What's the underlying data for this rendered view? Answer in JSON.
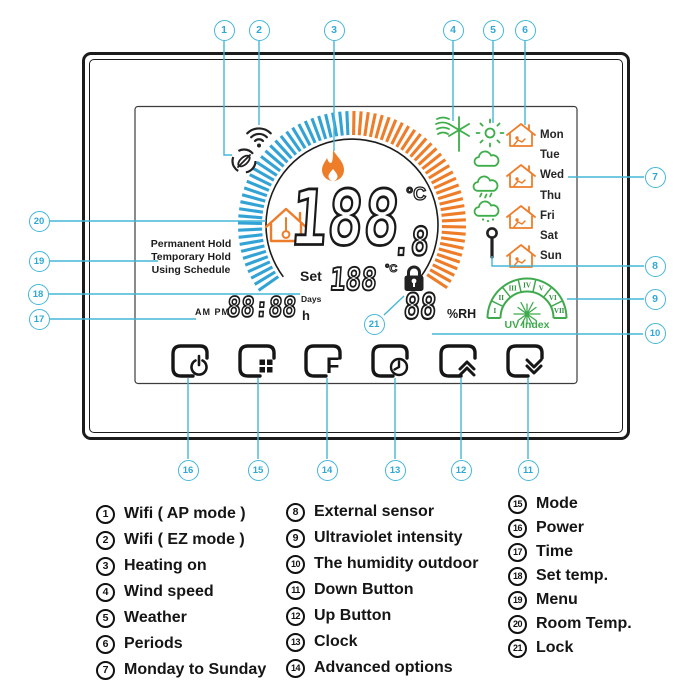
{
  "colors": {
    "callout": "#45b6d9",
    "tick_blue": "#33a3d6",
    "tick_orange": "#ee7d2a",
    "icon_orange": "#ee7d2a",
    "icon_green": "#3dae49",
    "uv_green": "#3faa4d",
    "ink": "#1c1c1c"
  },
  "display": {
    "hold_modes": [
      "Permanent Hold",
      "Temporary Hold",
      "Using Schedule"
    ],
    "days": [
      "Mon",
      "Tue",
      "Wed",
      "Thu",
      "Fri",
      "Sat",
      "Sun"
    ],
    "room_temp_value": "188",
    "room_temp_decimal": ".8",
    "room_temp_unit": "°C",
    "set_label": "Set",
    "set_value": "188",
    "set_unit": "°C",
    "ampm_label": "AM PM",
    "time_value": "88:88",
    "days_label": "Days",
    "hours_label": "h",
    "humidity_value": "88",
    "humidity_unit": "%RH",
    "uv_label": "UV Index",
    "uv_scale": [
      "I",
      "II",
      "III",
      "IV",
      "V",
      "VI",
      "VII"
    ]
  },
  "icons": [
    "wifi-ez-icon",
    "wifi-ap-icon",
    "heating-flame-icon",
    "wind-speed-icon",
    "sun-icon",
    "cloud-icon",
    "rain-cloud-icon",
    "snow-cloud-icon",
    "external-sensor-icon",
    "period-house-icon",
    "room-temp-house-icon",
    "lock-icon",
    "uv-index-gauge",
    "power-icon",
    "mode-grid-icon",
    "advanced-options-icon",
    "clock-icon",
    "up-icon",
    "down-icon"
  ],
  "buttons": [
    {
      "name": "power"
    },
    {
      "name": "mode"
    },
    {
      "name": "advanced-options",
      "glyph": "F"
    },
    {
      "name": "clock"
    },
    {
      "name": "up"
    },
    {
      "name": "down"
    }
  ],
  "callout_numbers": [
    "1",
    "2",
    "3",
    "4",
    "5",
    "6",
    "7",
    "8",
    "9",
    "10",
    "11",
    "12",
    "13",
    "14",
    "15",
    "16",
    "17",
    "18",
    "19",
    "20",
    "21"
  ],
  "legend": {
    "col1": [
      {
        "n": "1",
        "label": "Wifi ( AP mode )"
      },
      {
        "n": "2",
        "label": "Wifi ( EZ mode )"
      },
      {
        "n": "3",
        "label": "Heating on"
      },
      {
        "n": "4",
        "label": "Wind speed"
      },
      {
        "n": "5",
        "label": "Weather"
      },
      {
        "n": "6",
        "label": "Periods"
      },
      {
        "n": "7",
        "label": "Monday to Sunday"
      }
    ],
    "col2": [
      {
        "n": "8",
        "label": "External sensor"
      },
      {
        "n": "9",
        "label": "Ultraviolet intensity"
      },
      {
        "n": "10",
        "label": "The humidity outdoor"
      },
      {
        "n": "11",
        "label": "Down Button"
      },
      {
        "n": "12",
        "label": "Up Button"
      },
      {
        "n": "13",
        "label": "Clock"
      },
      {
        "n": "14",
        "label": "Advanced options"
      }
    ],
    "col3": [
      {
        "n": "15",
        "label": "Mode"
      },
      {
        "n": "16",
        "label": "Power"
      },
      {
        "n": "17",
        "label": "Time"
      },
      {
        "n": "18",
        "label": "Set temp."
      },
      {
        "n": "19",
        "label": "Menu"
      },
      {
        "n": "20",
        "label": "Room Temp."
      },
      {
        "n": "21",
        "label": "Lock"
      }
    ]
  }
}
